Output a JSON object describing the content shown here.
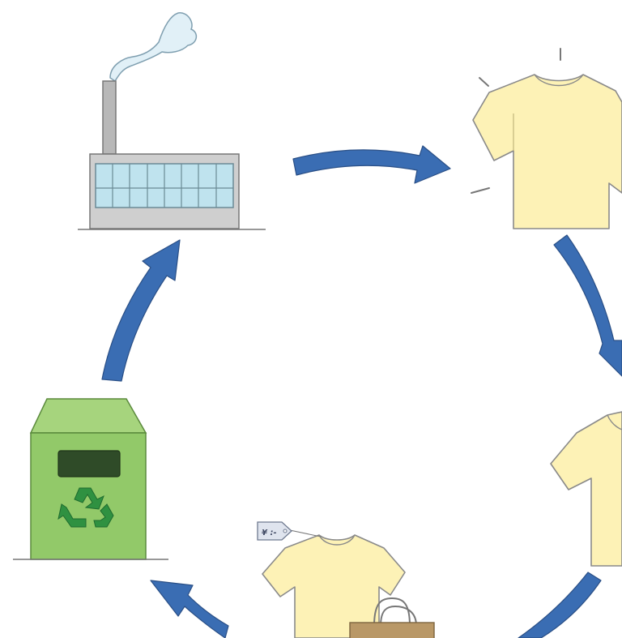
{
  "diagram": {
    "type": "lifecycle-cycle",
    "nodes": [
      {
        "id": "factory",
        "icon": "factory-icon"
      },
      {
        "id": "new-shirt",
        "icon": "new-shirt-icon"
      },
      {
        "id": "worn-shirt",
        "icon": "worn-shirt-icon"
      },
      {
        "id": "shop-shirt",
        "icon": "shop-shirt-icon"
      },
      {
        "id": "recycling-bin",
        "icon": "recycling-bin-icon"
      }
    ],
    "flow": [
      {
        "from": "factory",
        "to": "new-shirt"
      },
      {
        "from": "new-shirt",
        "to": "worn-shirt"
      },
      {
        "from": "worn-shirt",
        "to": "shop-shirt"
      },
      {
        "from": "shop-shirt",
        "to": "recycling-bin"
      },
      {
        "from": "recycling-bin",
        "to": "factory"
      }
    ],
    "price_tag": "¥ :-",
    "colors": {
      "arrow": "#3a6db3",
      "arrow_outline": "#2a4f86",
      "shirt": "#fdf2b6",
      "shirt_outline": "#8a8a8a",
      "bin": "#92c969",
      "bin_dark": "#6fae4c",
      "recycle_symbol": "#2f9141",
      "factory_body": "#c9c9c9",
      "factory_window": "#bfe3ee",
      "smoke": "#e1f0f7",
      "bag": "#b99867"
    }
  }
}
